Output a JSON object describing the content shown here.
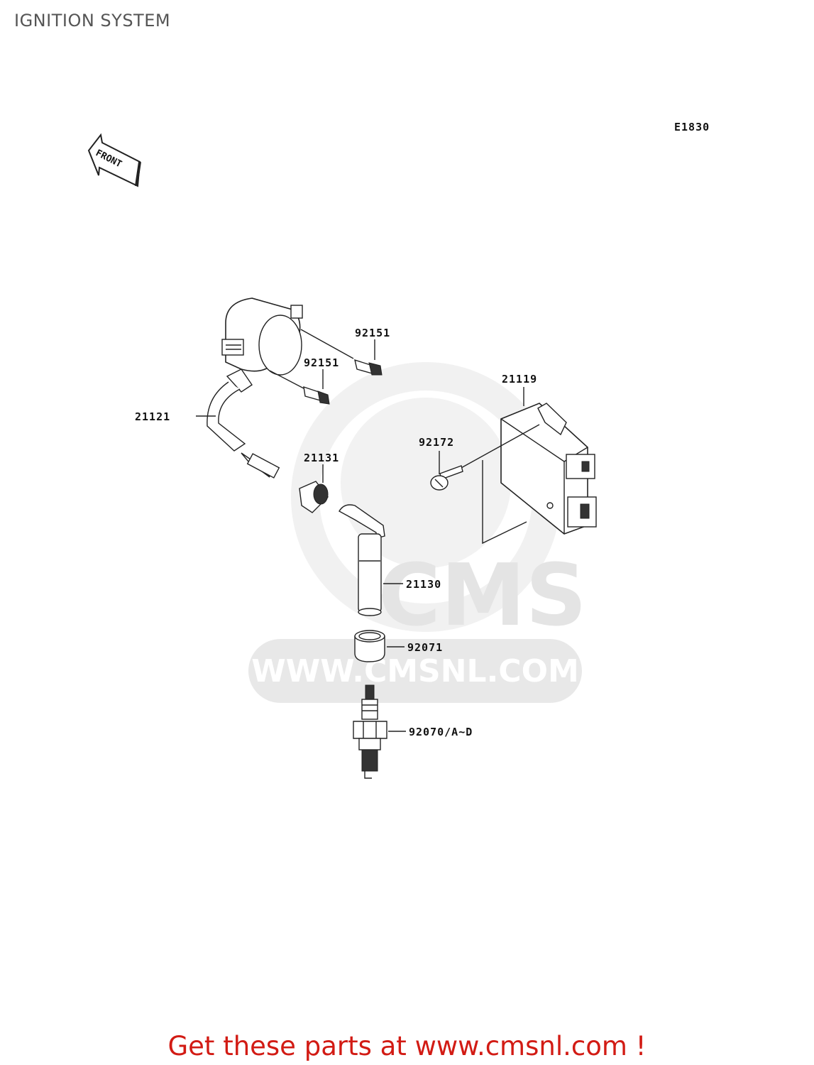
{
  "title": "IGNITION SYSTEM",
  "diagram_code": "E1830",
  "front_label": "FRONT",
  "watermark": {
    "brand": "CMS",
    "url": "WWW.CMSNL.COM"
  },
  "parts": {
    "p92151_top": "92151",
    "p92151_mid": "92151",
    "p21119": "21119",
    "p21121": "21121",
    "p92172": "92172",
    "p21131": "21131",
    "p21130": "21130",
    "p92071": "92071",
    "p92070": "92070/A~D"
  },
  "footer": "Get these parts at www.cmsnl.com !"
}
